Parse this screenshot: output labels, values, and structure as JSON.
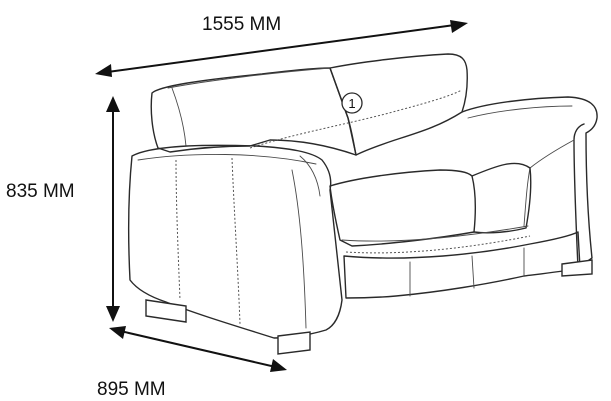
{
  "dimensions": {
    "width": "1555 MM",
    "height": "835 MM",
    "depth": "895 MM"
  },
  "callout": {
    "label": "1"
  },
  "colors": {
    "line": "#2a2a2a",
    "text": "#111111",
    "background": "#ffffff"
  }
}
